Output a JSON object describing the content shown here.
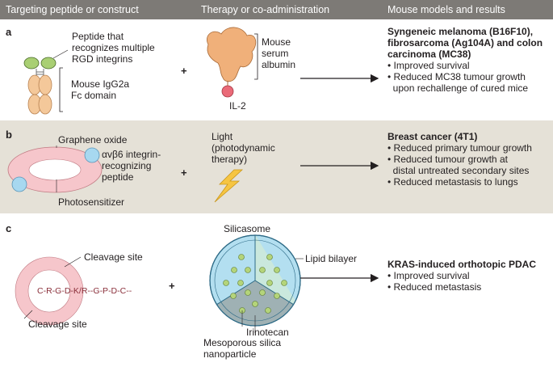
{
  "header": {
    "col1": "Targeting peptide or construct",
    "col2": "Therapy or  co-administration",
    "col3": "Mouse models and results"
  },
  "panel_a": {
    "letter": "a",
    "peptide_label": [
      "Peptide that",
      "recognizes multiple",
      "RGD integrins"
    ],
    "fc_label": [
      "Mouse IgG2a",
      "Fc domain"
    ],
    "plus": "+",
    "albumin_label": [
      "Mouse",
      "serum",
      "albumin"
    ],
    "il2_label": "IL-2",
    "result_title": [
      "Syngeneic melanoma (B16F10),",
      "fibrosarcoma (Ag104A) and colon",
      "carcinoma (MC38)"
    ],
    "results": [
      "• Improved survival",
      "• Reduced MC38 tumour growth",
      "  upon rechallenge of cured mice"
    ]
  },
  "panel_b": {
    "letter": "b",
    "graphene_label": "Graphene oxide",
    "integrin_label": [
      "αvβ6 integrin-",
      "recognizing",
      "peptide"
    ],
    "photosensitizer_label": "Photosensitizer",
    "plus": "+",
    "light_label": [
      "Light",
      "(photodynamic",
      "therapy)"
    ],
    "result_title": "Breast cancer (4T1)",
    "results": [
      "• Reduced primary tumour growth",
      "• Reduced tumour growth at",
      "  distal untreated secondary sites",
      "• Reduced metastasis to lungs"
    ]
  },
  "panel_c": {
    "letter": "c",
    "cleavage_top": "Cleavage site",
    "cleavage_bottom": "Cleavage site",
    "ring_text": "C-R-G-D-K/R--G-P-D-C--",
    "plus": "+",
    "silicasome_label": "Silicasome",
    "lipid_label": "Lipid bilayer",
    "irinotecan_label": "Irinotecan",
    "silica_label": [
      "Mesoporous silica",
      "nanoparticle"
    ],
    "result_title": "KRAS-induced orthotopic PDAC",
    "results": [
      "• Improved survival",
      "• Reduced metastasis"
    ]
  },
  "colors": {
    "header": "#7d7a76",
    "row_b_bg": "#e5e1d7",
    "peptide_green": "#a9cf73",
    "fc_orange": "#f4c89a",
    "albumin_orange": "#f0b07a",
    "il2_pink": "#ea6a78",
    "graphene_pink": "#f6c6cb",
    "integrin_blue": "#a7d8f0",
    "light_yellow": "#f6c542",
    "silica_blue": "#b3dff0",
    "silica_grey": "#9fb1b4",
    "irinotecan_green": "#b4d47a"
  }
}
